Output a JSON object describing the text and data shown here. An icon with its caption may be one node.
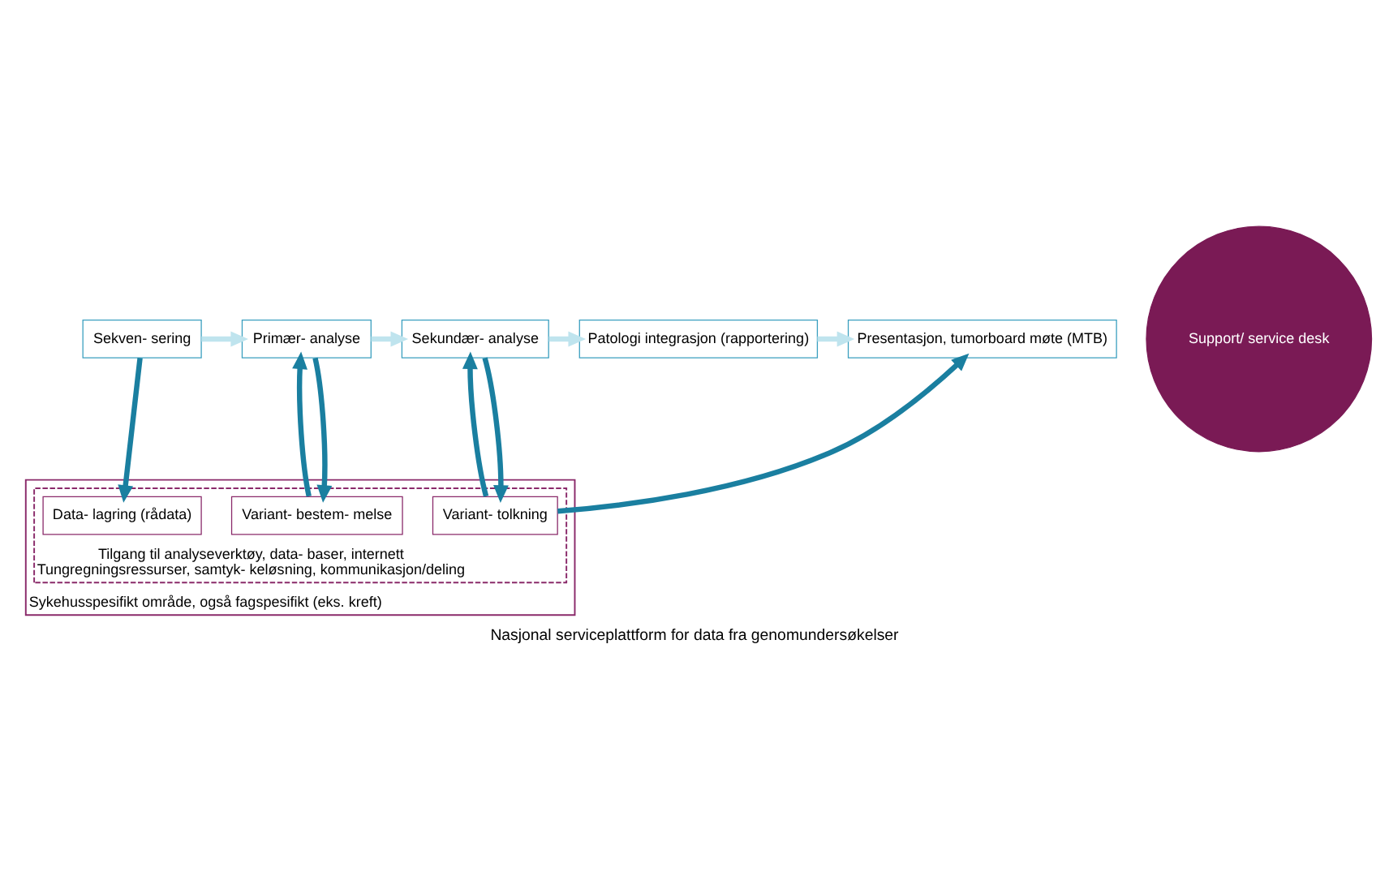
{
  "diagram": {
    "caption": "Nasjonal serviceplattform for data fra genomundersøkelser",
    "nodes": [
      {
        "text": [
          "Sekven- sering"
        ]
      },
      {
        "text": [
          "Primær- analyse"
        ]
      },
      {
        "text": [
          "Sekundær- analyse"
        ]
      },
      {
        "text": [
          "Patologi integrasjon (rapportering)"
        ]
      },
      {
        "text": [
          "Presentasjon, tumorboard møte (MTB)"
        ]
      },
      {
        "text": [
          "Sykehusspesifikt område, også fagspesifikt (eks. kreft)"
        ]
      },
      {
        "text": [
          "Tilgang til analyseverktøy, data- baser, internett",
          "Tungregningsressurser, samtyk- keløsning, kommunikasjon/deling"
        ],
        "in": 5
      },
      {
        "text": [
          "Data- lagring (rådata)"
        ],
        "in": 6
      },
      {
        "text": [
          "Variant- bestem- melse"
        ],
        "in": 6
      },
      {
        "text": [
          "Variant- tolkning"
        ],
        "in": 6
      },
      {
        "text": [
          "Support/ service desk"
        ]
      }
    ],
    "edges": [
      {
        "from": 0,
        "to": 1,
        "arrow": "to",
        "color": "#bfe4ee"
      },
      {
        "from": 1,
        "to": 2,
        "arrow": "to",
        "color": "#bfe4ee"
      },
      {
        "from": 2,
        "to": 3,
        "arrow": "to",
        "color": "#bfe4ee"
      },
      {
        "from": 3,
        "to": 4,
        "arrow": "to",
        "color": "#bfe4ee"
      },
      {
        "from": 0,
        "to": 7,
        "arrow": "to"
      },
      {
        "from": 1,
        "to": 8,
        "arrow": "to"
      },
      {
        "from": 8,
        "to": 1,
        "arrow": "to"
      },
      {
        "from": 2,
        "to": 9,
        "arrow": "to"
      },
      {
        "from": 9,
        "to": 2,
        "arrow": "to"
      },
      {
        "from": 9,
        "to": 4,
        "arrow": "to"
      }
    ]
  }
}
